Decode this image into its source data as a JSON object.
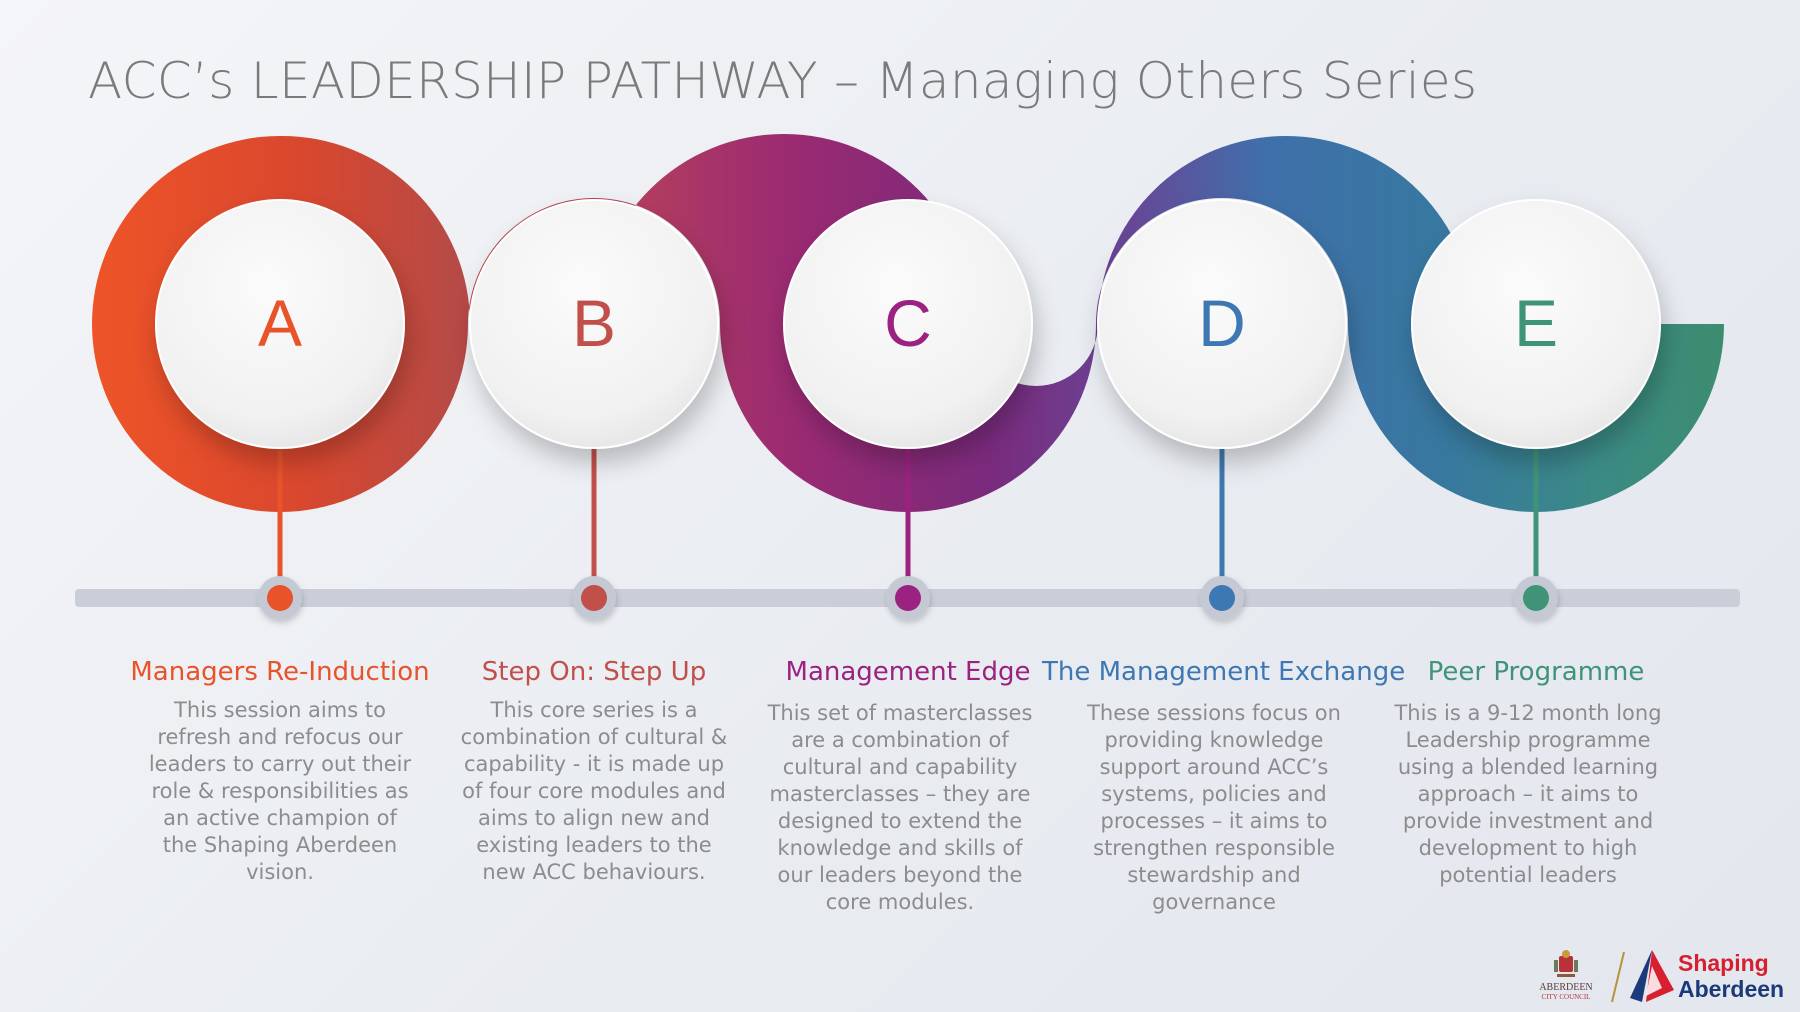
{
  "title": "ACC’s LEADERSHIP PATHWAY – Managing Others Series",
  "steps": [
    {
      "letter": "A",
      "color": "#e8532a",
      "heading": "Managers Re-Induction",
      "description": "This session aims to refresh and refocus our leaders to carry out their role & responsibilities as an active champion of the Shaping Aberdeen vision."
    },
    {
      "letter": "B",
      "color": "#c2504a",
      "heading": "Step On: Step Up",
      "description": "This core series is a combination of cultural & capability  -  it is made up of four core modules  and aims  to align new and existing leaders to the new ACC behaviours."
    },
    {
      "letter": "C",
      "color": "#9b2280",
      "heading": "Management Edge",
      "description": "This set of masterclasses are a combination of cultural and capability masterclasses – they are designed to extend the knowledge and skills of our leaders beyond the core modules."
    },
    {
      "letter": "D",
      "color": "#3e78b2",
      "heading": "The Management Exchange",
      "description": "These sessions focus on providing knowledge support around ACC’s systems, policies and processes – it aims to strengthen responsible stewardship and governance"
    },
    {
      "letter": "E",
      "color": "#3f9478",
      "heading": "Peer Programme",
      "description": "This is a 9-12 month long Leadership programme using a blended learning approach – it aims to provide investment and development to high potential leaders"
    }
  ],
  "logo": {
    "council": "ABERDEEN",
    "council_sub": "CITY COUNCIL",
    "brand_line1": "Shaping",
    "brand_line2": "Aberdeen",
    "brand_color1": "#d6202f",
    "brand_color2": "#1b3a7a"
  }
}
